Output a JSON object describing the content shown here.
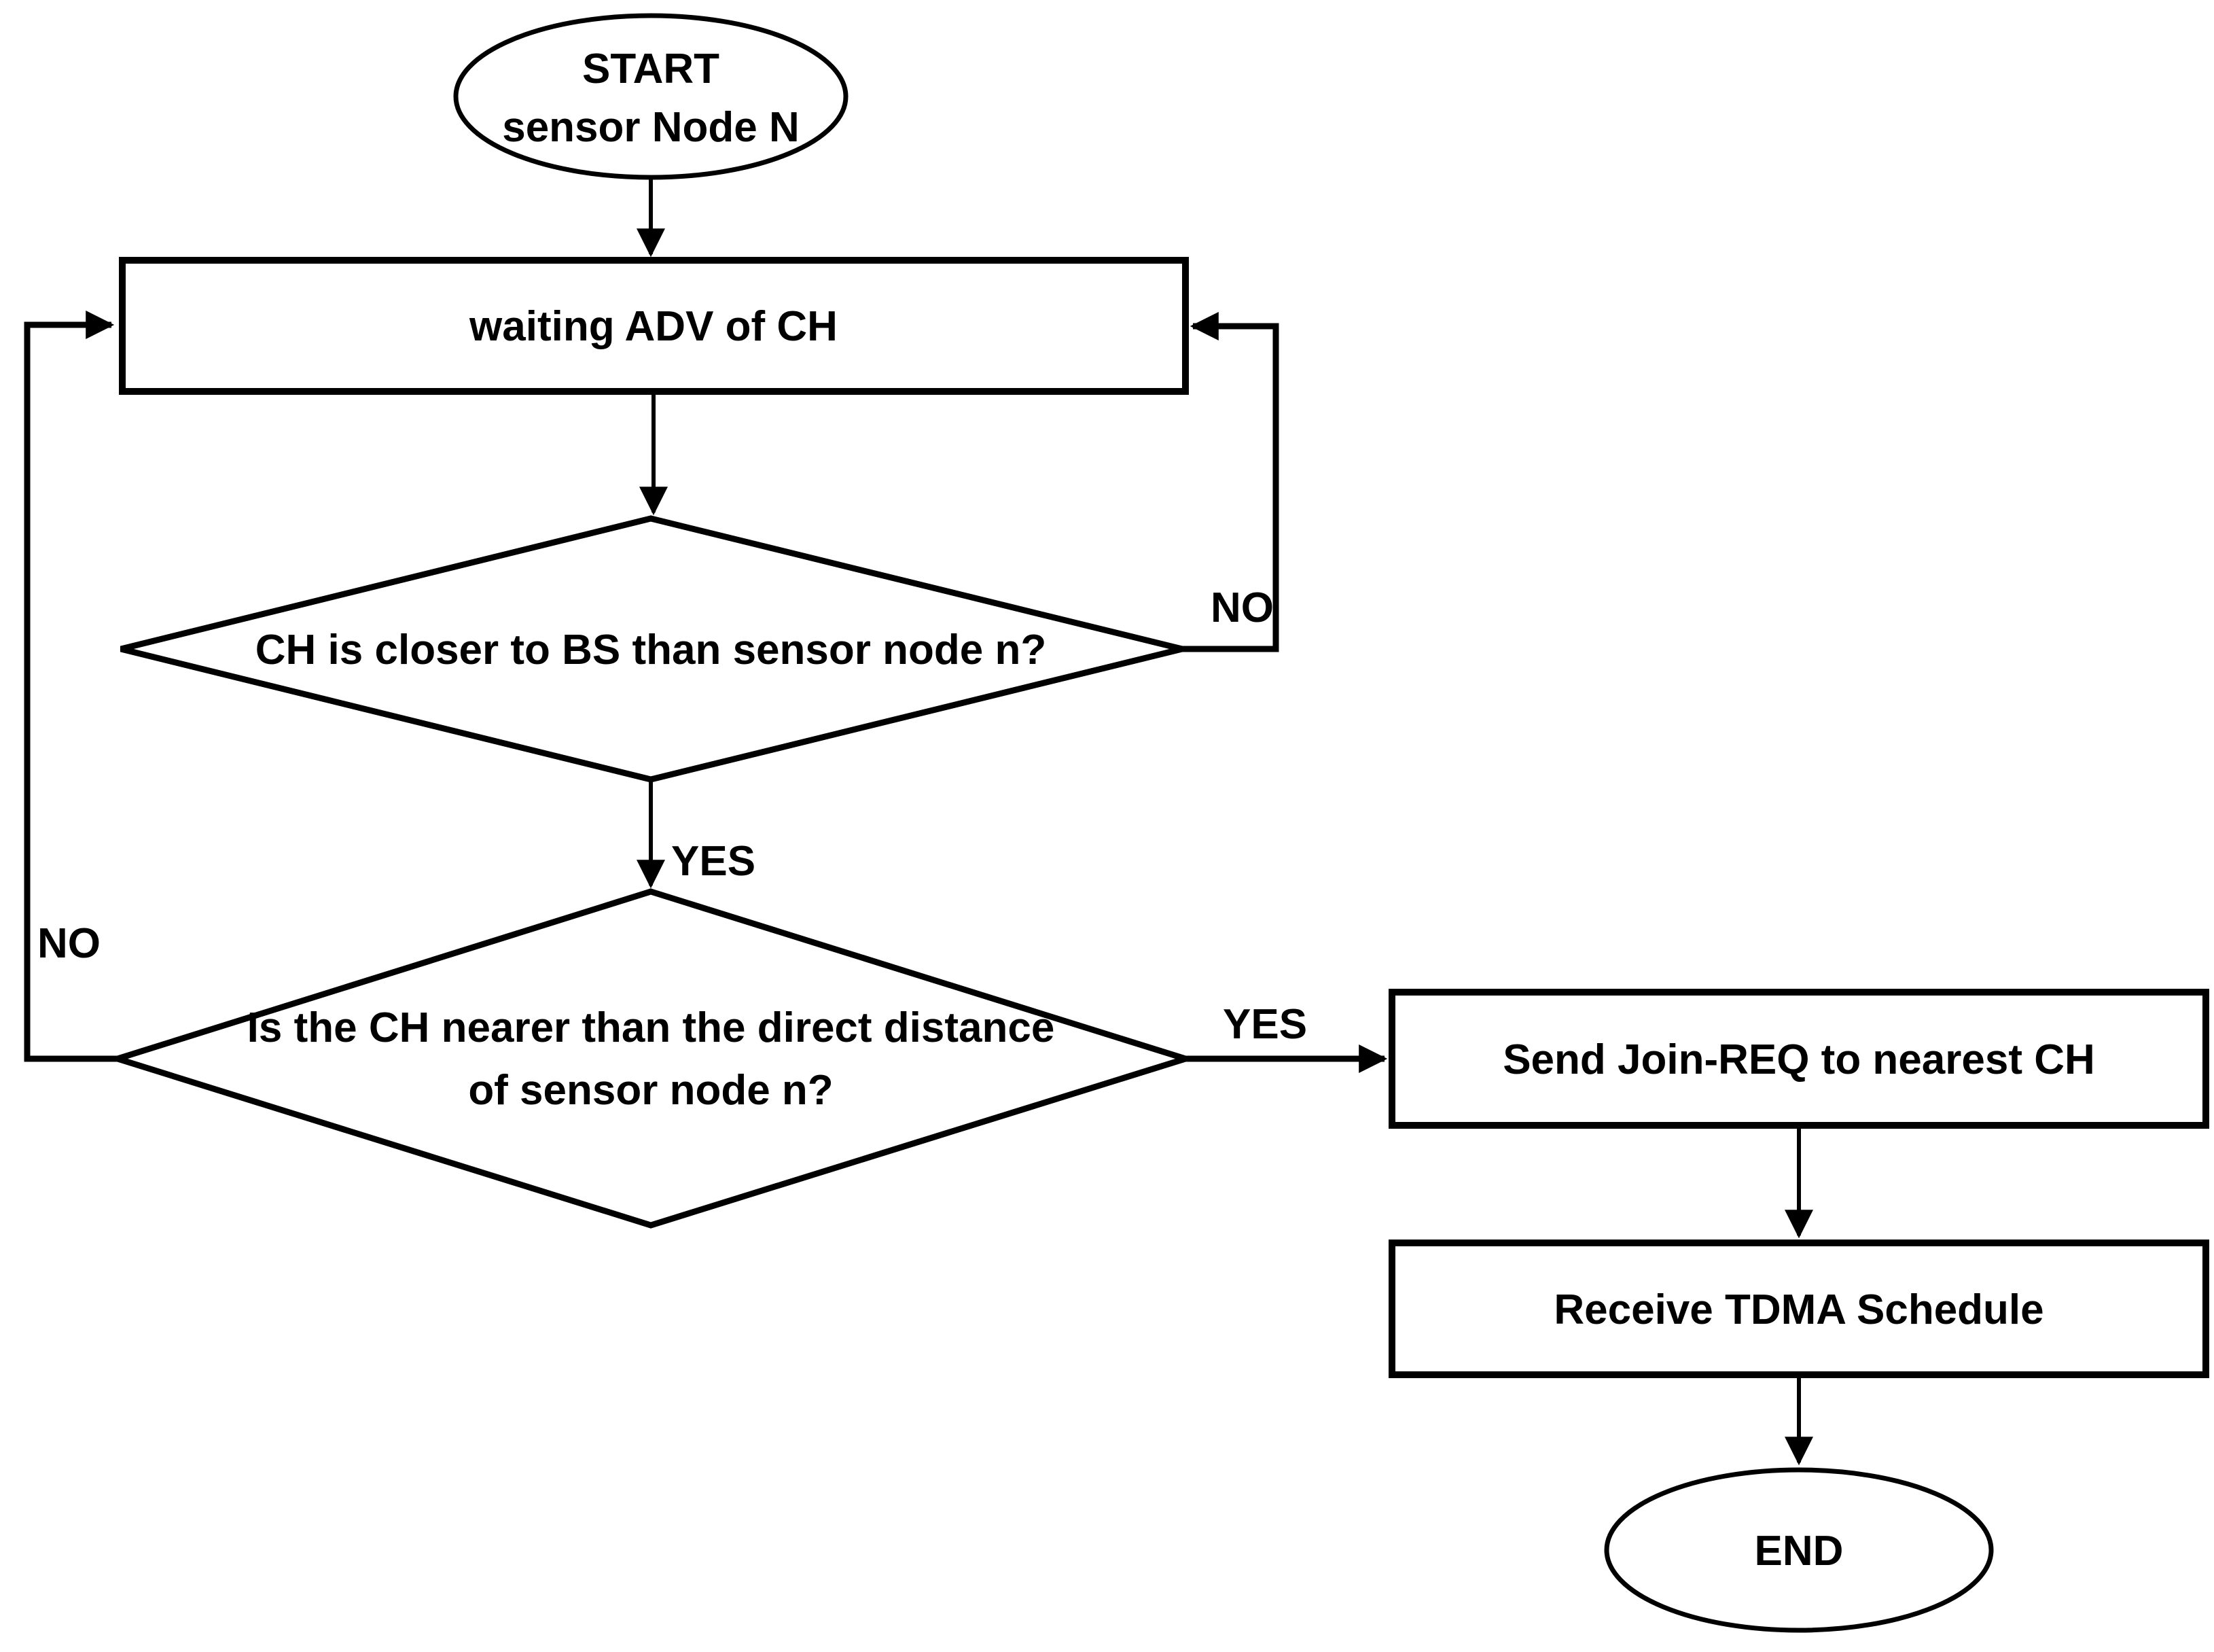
{
  "diagram": {
    "type": "flowchart",
    "colors": {
      "background": "#ffffff",
      "stroke": "#000000",
      "text": "#000000"
    },
    "nodes": {
      "start": {
        "shape": "terminator-ellipse",
        "line1": "START",
        "line2": "sensor Node N"
      },
      "waiting_adv": {
        "shape": "process-rect",
        "label": "waiting ADV of CH"
      },
      "decision_ch_closer_bs": {
        "shape": "decision-diamond",
        "label": "CH is closer to BS than sensor node n?"
      },
      "decision_ch_nearer_direct": {
        "shape": "decision-diamond",
        "line1": "Is the CH nearer than the direct distance",
        "line2": "of sensor node n?"
      },
      "send_join_req": {
        "shape": "process-rect",
        "label": "Send Join-REQ to nearest CH"
      },
      "receive_tdma": {
        "shape": "process-rect",
        "label": "Receive TDMA Schedule"
      },
      "end": {
        "shape": "terminator-ellipse",
        "label": "END"
      }
    },
    "edge_labels": {
      "d1_no": "NO",
      "d1_yes": "YES",
      "d2_no": "NO",
      "d2_yes": "YES"
    },
    "edges": [
      {
        "from": "start",
        "to": "waiting_adv",
        "label": ""
      },
      {
        "from": "waiting_adv",
        "to": "decision_ch_closer_bs",
        "label": ""
      },
      {
        "from": "decision_ch_closer_bs",
        "to": "decision_ch_nearer_direct",
        "label": "YES"
      },
      {
        "from": "decision_ch_closer_bs",
        "to": "waiting_adv",
        "label": "NO"
      },
      {
        "from": "decision_ch_nearer_direct",
        "to": "send_join_req",
        "label": "YES"
      },
      {
        "from": "decision_ch_nearer_direct",
        "to": "waiting_adv",
        "label": "NO"
      },
      {
        "from": "send_join_req",
        "to": "receive_tdma",
        "label": ""
      },
      {
        "from": "receive_tdma",
        "to": "end",
        "label": ""
      }
    ]
  }
}
